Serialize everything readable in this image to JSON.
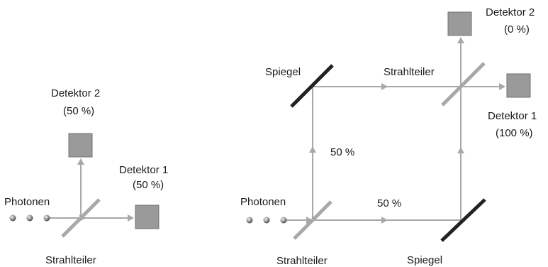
{
  "left_setup": {
    "source_label": "Photonen",
    "beam_splitter_label": "Strahlteiler",
    "detector_1": {
      "name": "Detektor 1",
      "share": "(50 %)"
    },
    "detector_2": {
      "name": "Detektor 2",
      "share": "(50 %)"
    }
  },
  "right_setup": {
    "source_label": "Photonen",
    "beam_splitter_1_label": "Strahlteiler",
    "beam_splitter_2_label": "Strahlteiler",
    "mirror_top_label": "Spiegel",
    "mirror_bottom_label": "Spiegel",
    "path_vertical_share": "50 %",
    "path_horizontal_share": "50 %",
    "detector_1": {
      "name": "Detektor 1",
      "share": "(100 %)"
    },
    "detector_2": {
      "name": "Detektor 2",
      "share": "(0 %)"
    }
  },
  "colors": {
    "beam": "#a8a8a8",
    "beam_splitter": "#a8a8a8",
    "mirror": "#222222",
    "detector_fill": "#9a9a9a",
    "detector_stroke": "#707070",
    "photon": "#8c8c8c",
    "text": "#1a1a1a"
  }
}
